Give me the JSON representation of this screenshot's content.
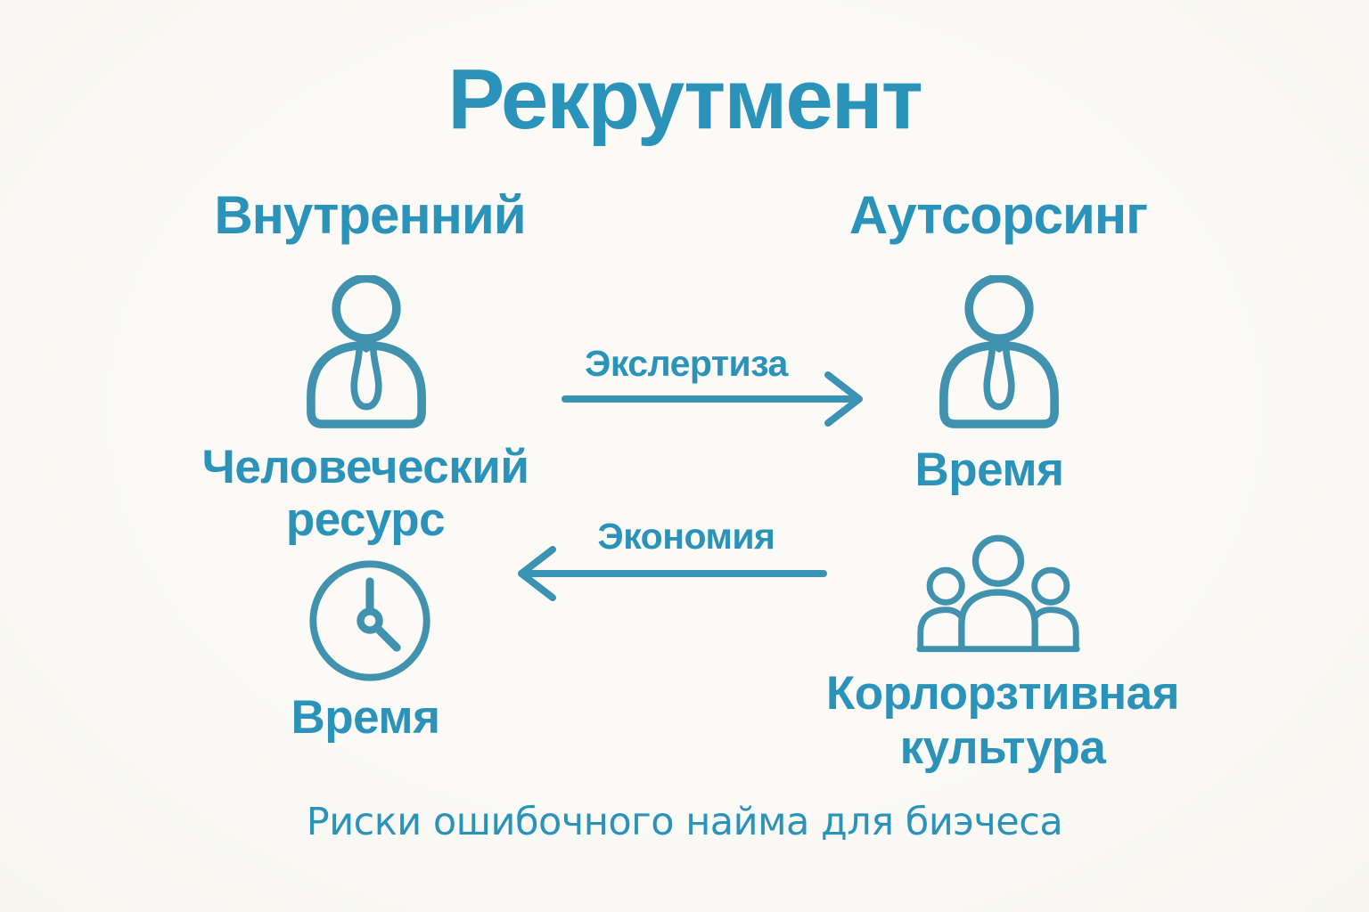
{
  "page": {
    "title": "Рекрутмент",
    "footer": "Риски ошибочного найма для биэчеса"
  },
  "colors": {
    "background": "#fbfaf6",
    "text": "#2b93b9",
    "icon": "#4192ae"
  },
  "columns": {
    "left": {
      "heading": "Внутренний",
      "items": [
        {
          "icon": "person-tie-icon",
          "label": "Человеческий ресурс"
        },
        {
          "icon": "clock-icon",
          "label": "Время"
        }
      ]
    },
    "right": {
      "heading": "Аутсорсинг",
      "items": [
        {
          "icon": "person-tie-icon",
          "label": "Время"
        },
        {
          "icon": "people-group-icon",
          "label": "Корлорзтивная культура"
        }
      ]
    }
  },
  "arrows": [
    {
      "label": "Экслертиза",
      "direction": "right"
    },
    {
      "label": "Экономия",
      "direction": "left"
    }
  ]
}
